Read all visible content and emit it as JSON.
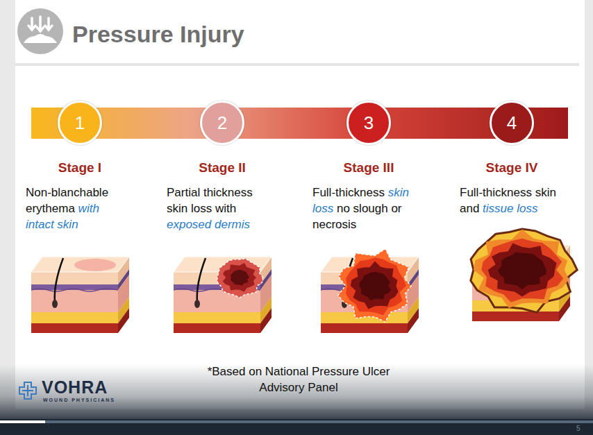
{
  "diagram": {
    "title": "Pressure Injury",
    "caption": "*Based on National Pressure Ulcer Advisory Panel",
    "nodes": [
      {
        "text": [
          "1"
        ]
      },
      {
        "text": [
          "2"
        ]
      },
      {
        "text": [
          "3"
        ]
      },
      {
        "text": [
          "4"
        ]
      }
    ],
    "labels": [
      "Stage I",
      "Non-blanchable erythema",
      "with intact skin",
      "Stage II",
      "Partial thickness skin loss with",
      "exposed dermis",
      "Stage III",
      "Full-thickness",
      "skin loss",
      "no slough or necrosis",
      "Stage IV",
      "Full-thickness skin and",
      "tissue loss",
      "VOHRA",
      "WOUND PHYSICIANS",
      "5"
    ]
  }
}
